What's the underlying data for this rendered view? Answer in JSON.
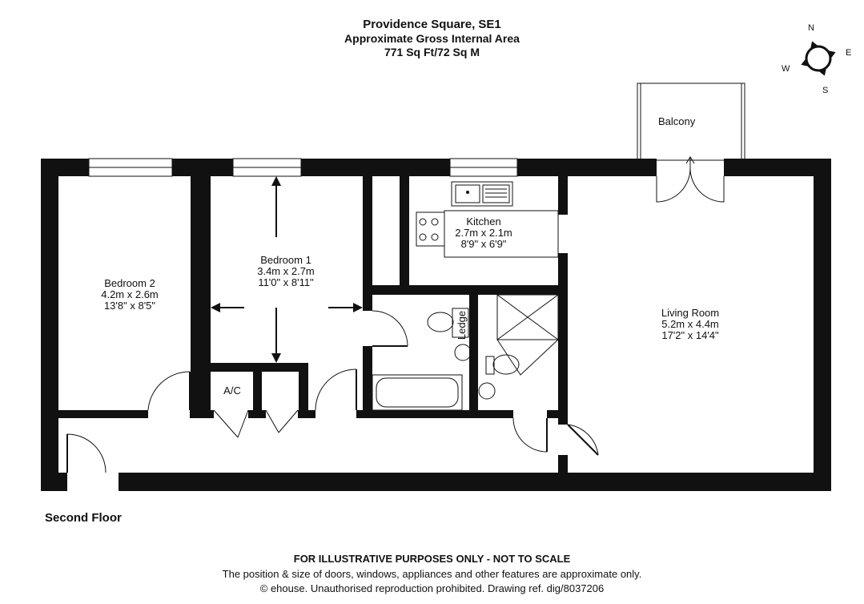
{
  "header": {
    "title": "Providence Square, SE1",
    "subtitle": "Approximate Gross Internal Area",
    "area": "771 Sq Ft/72 Sq M"
  },
  "compass": {
    "n": "N",
    "e": "E",
    "s": "S",
    "w": "W"
  },
  "rooms": {
    "bedroom2": {
      "name": "Bedroom 2",
      "metric": "4.2m x 2.6m",
      "imperial": "13'8\" x 8'5\""
    },
    "bedroom1": {
      "name": "Bedroom 1",
      "metric": "3.4m x 2.7m",
      "imperial": "11'0\" x 8'11\""
    },
    "kitchen": {
      "name": "Kitchen",
      "metric": "2.7m x 2.1m",
      "imperial": "8'9\" x 6'9\""
    },
    "living": {
      "name": "Living Room",
      "metric": "5.2m x 4.4m",
      "imperial": "17'2\" x 14'4\""
    },
    "balcony": {
      "name": "Balcony"
    },
    "ac": {
      "name": "A/C"
    },
    "ledge": {
      "name": "Ledge"
    }
  },
  "floor_label": "Second Floor",
  "footer": {
    "line1": "FOR ILLUSTRATIVE PURPOSES ONLY - NOT TO SCALE",
    "line2": "The position & size of doors, windows, appliances and other features are approximate only.",
    "line3": "© ehouse. Unauthorised reproduction prohibited. Drawing ref. dig/8037206"
  }
}
